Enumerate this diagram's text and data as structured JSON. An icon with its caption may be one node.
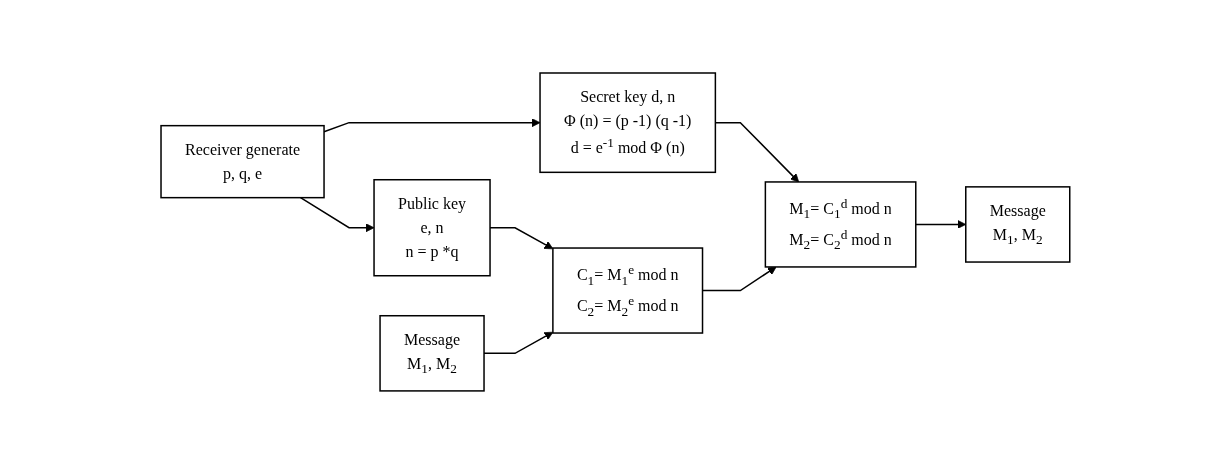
{
  "diagram": {
    "nodes": [
      {
        "text": [
          "Receiver generate",
          "p, q, e"
        ]
      },
      {
        "text": [
          "Public key",
          "e, n",
          "n = p *q"
        ]
      },
      {
        "text": [
          "Secret key d, n",
          "Φ (n) = (p -1) (q -1)",
          "d = e$^{-1}$ mod Φ (n)"
        ]
      },
      {
        "text": [
          "Message",
          "M$_{1}$, M$_{2}$"
        ]
      },
      {
        "text": [
          "C$_{1}$= M$_{1}$$^{e}$ mod n",
          "C$_{2}$= M$_{2}$$^{e}$ mod n"
        ]
      },
      {
        "text": [
          "M$_{1}$= C$_{1}$$^{d}$ mod n",
          "M$_{2}$= C$_{2}$$^{d}$ mod n"
        ]
      },
      {
        "text": [
          "Message",
          "M$_{1}$, M$_{2}$"
        ]
      }
    ],
    "edges": [
      {
        "from": 0,
        "to": 1,
        "arrow": "to"
      },
      {
        "from": 0,
        "to": 2,
        "arrow": "to"
      },
      {
        "from": 1,
        "to": 4,
        "arrow": "to"
      },
      {
        "from": 2,
        "to": 5,
        "arrow": "to"
      },
      {
        "from": 3,
        "to": 4,
        "arrow": "to"
      },
      {
        "from": 4,
        "to": 5,
        "arrow": "to"
      },
      {
        "from": 5,
        "to": 6,
        "arrow": "to"
      }
    ]
  }
}
